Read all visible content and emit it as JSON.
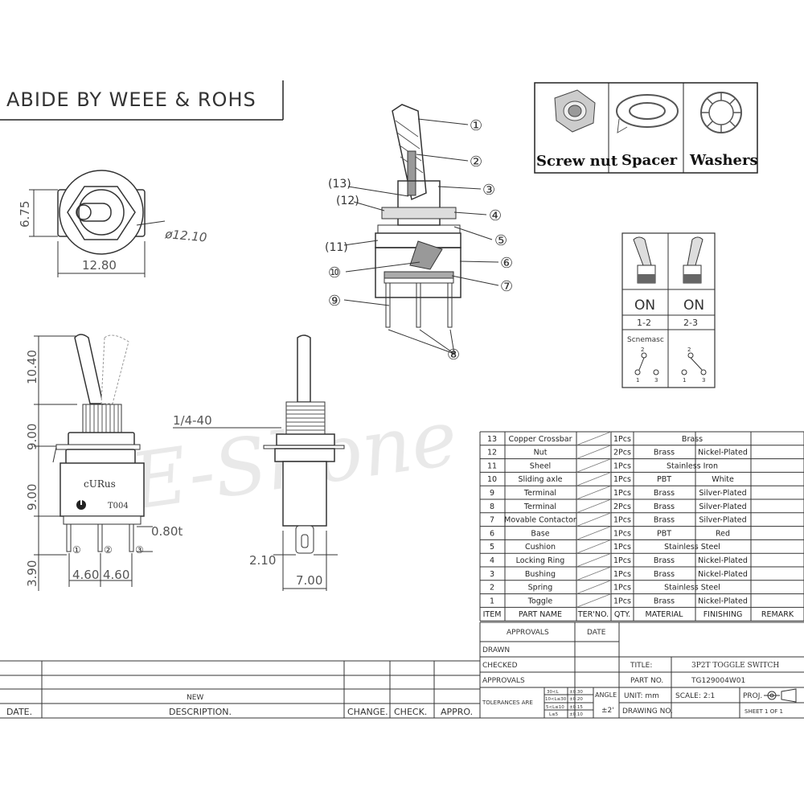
{
  "header": {
    "notice": "ABIDE BY WEEE & ROHS"
  },
  "accessories": [
    {
      "label": "Screw nut",
      "icon": "hex-nut-icon"
    },
    {
      "label": "Spacer",
      "icon": "spacer-ring-icon"
    },
    {
      "label": "Washers",
      "icon": "lock-washer-icon"
    }
  ],
  "positions": [
    {
      "state": "ON",
      "terminals": "1-2"
    },
    {
      "state": "ON",
      "terminals": "2-3"
    }
  ],
  "schematic_label": "Scnemasc",
  "schematic_terminals": {
    "common": "2",
    "left": "1",
    "right": "3"
  },
  "callouts": [
    "1",
    "2",
    "3",
    "4",
    "5",
    "6",
    "7",
    "8",
    "9",
    "10",
    "11",
    "12",
    "13"
  ],
  "callout_display": [
    "①",
    "②",
    "③",
    "④",
    "⑤",
    "⑥",
    "⑦",
    "⑧",
    "⑨",
    "⑩",
    "⑪",
    "⑫",
    "⑬"
  ],
  "callout_side": [
    "(13)",
    "(12)",
    "(11)"
  ],
  "dimensions": {
    "top_height": "6.75",
    "top_width": "12.80",
    "diameter": "ø12.10",
    "lever_height": "10.40",
    "bushing_height": "9.00",
    "body_height": "9.00",
    "pin_height": "3.90",
    "pitch_left": "4.60",
    "pitch_right": "4.60",
    "thread": "1/4-40",
    "pin_thickness": "0.80t",
    "pin_width": "2.10",
    "body_width": "7.00"
  },
  "body_marks": {
    "cert": "cURus",
    "model": "T004",
    "pin_labels": [
      "①",
      "②",
      "③"
    ]
  },
  "watermark": "E-Shone",
  "bom": [
    {
      "item": "13",
      "name": "Copper Crossbar",
      "qty": "1Pcs",
      "material": "Brass",
      "finishing": ""
    },
    {
      "item": "12",
      "name": "Nut",
      "qty": "2Pcs",
      "material": "Brass",
      "finishing": "Nickel-Plated"
    },
    {
      "item": "11",
      "name": "Sheel",
      "qty": "1Pcs",
      "material": "Stainless Iron",
      "finishing": ""
    },
    {
      "item": "10",
      "name": "Sliding axle",
      "qty": "1Pcs",
      "material": "PBT",
      "finishing": "White"
    },
    {
      "item": "9",
      "name": "Terminal",
      "qty": "1Pcs",
      "material": "Brass",
      "finishing": "Silver-Plated"
    },
    {
      "item": "8",
      "name": "Terminal",
      "qty": "2Pcs",
      "material": "Brass",
      "finishing": "Silver-Plated"
    },
    {
      "item": "7",
      "name": "Movable Contactor",
      "qty": "1Pcs",
      "material": "Brass",
      "finishing": "Silver-Plated"
    },
    {
      "item": "6",
      "name": "Base",
      "qty": "1Pcs",
      "material": "PBT",
      "finishing": "Red"
    },
    {
      "item": "5",
      "name": "Cushion",
      "qty": "1Pcs",
      "material": "Stainless Steel",
      "finishing": ""
    },
    {
      "item": "4",
      "name": "Locking Ring",
      "qty": "1Pcs",
      "material": "Brass",
      "finishing": "Nickel-Plated"
    },
    {
      "item": "3",
      "name": "Bushing",
      "qty": "1Pcs",
      "material": "Brass",
      "finishing": "Nickel-Plated"
    },
    {
      "item": "2",
      "name": "Spring",
      "qty": "1Pcs",
      "material": "Stainless Steel",
      "finishing": ""
    },
    {
      "item": "1",
      "name": "Toggle",
      "qty": "1Pcs",
      "material": "Brass",
      "finishing": "Nickel-Plated"
    }
  ],
  "bom_header": {
    "item": "ITEM",
    "name": "PART NAME",
    "ter": "TER'NO.",
    "qty": "QTY.",
    "material": "MATERIAL",
    "finishing": "FINISHING",
    "remark": "REMARK"
  },
  "title_block": {
    "approvals": "APPROVALS",
    "date": "DATE",
    "drawn": "DRAWN",
    "checked": "CHECKED",
    "approvals2": "APPROVALS",
    "tolerances": "TOLERANCES ARE",
    "tol_rows": [
      {
        "range": "30<L",
        "tol": "±0.30"
      },
      {
        "range": "10<L≤30",
        "tol": "±0.20"
      },
      {
        "range": "5<L≤10",
        "tol": "±0.15"
      },
      {
        "range": "L≤5",
        "tol": "±0.10"
      }
    ],
    "angle": "ANGLE",
    "angle_tol": "±2'",
    "title_label": "TITLE:",
    "title_value": "3P2T TOGGLE SWITCH",
    "part_label": "PART NO.",
    "part_value": "TG129004W01",
    "unit": "UNIT: mm",
    "scale": "SCALE: 2:1",
    "proj": "PROJ.",
    "drawing_no": "DRAWING NO.",
    "sheet": "SHEET   1  OF  1"
  },
  "revision_block": {
    "new": "NEW",
    "date": "DATE.",
    "description": "DESCRIPTION.",
    "change": "CHANGE.",
    "check": "CHECK.",
    "appro": "APPRO."
  }
}
